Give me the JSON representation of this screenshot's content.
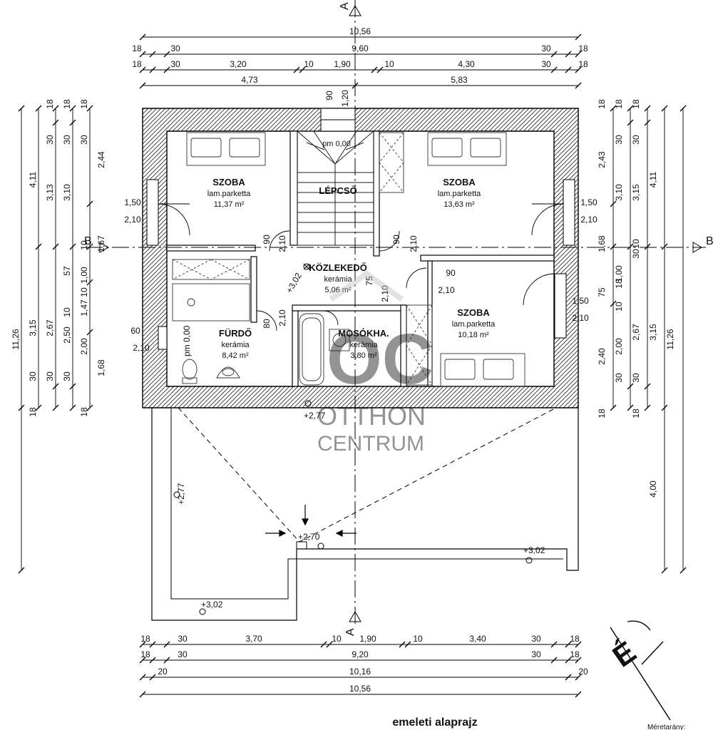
{
  "drawing": {
    "title": "emeleti alaprajz",
    "scale_label": "Méretarány:",
    "north_label": "É",
    "watermark": {
      "logo": "OC",
      "line1": "OTTHON",
      "line2": "CENTRUM"
    }
  },
  "sections": {
    "a_top": "A",
    "a_bottom": "A",
    "b_left": "B",
    "b_right": "B"
  },
  "rooms": {
    "szoba1": {
      "name": "SZOBA",
      "floor": "lam.parketta",
      "area": "11,37 m²"
    },
    "szoba2": {
      "name": "SZOBA",
      "floor": "lam.parketta",
      "area": "13,63 m²"
    },
    "szoba3": {
      "name": "SZOBA",
      "floor": "lam.parketta",
      "area": "10,18 m²"
    },
    "lepcso": {
      "name": "LÉPCSŐ",
      "level": "pm 0,00"
    },
    "kozlekedo": {
      "name": "KÖZLEKEDŐ",
      "floor": "kerámia",
      "area": "5,06 m²"
    },
    "furdo": {
      "name": "FÜRDŐ",
      "floor": "kerámia",
      "area": "8,42 m²"
    },
    "mosokha": {
      "name": "MOSÓKHA.",
      "floor": "kerámia",
      "area": "3,80 m²"
    }
  },
  "levels": [
    "+3,02",
    "+2,77",
    "+2,77",
    "+2,70",
    "+3,02",
    "+3,02",
    "pm 0,00"
  ],
  "dims_top": {
    "total": "10,56",
    "row2": [
      "18",
      "30",
      "9,60",
      "30",
      "18"
    ],
    "row3": [
      "18",
      "30",
      "3,20",
      "10",
      "1,90",
      "10",
      "4,30",
      "30",
      "18"
    ],
    "row4": [
      "4,73",
      "5,83"
    ],
    "vertical": [
      "90",
      "1,20"
    ]
  },
  "dims_bottom": {
    "row1": [
      "18",
      "30",
      "3,70",
      "10",
      "1,90",
      "10",
      "3,40",
      "30",
      "18"
    ],
    "row2": [
      "18",
      "30",
      "9,20",
      "30",
      "18"
    ],
    "row3": [
      "20",
      "10,16",
      "20"
    ],
    "total": "10,56"
  },
  "dims_left": {
    "total": "11,26",
    "col2": [
      "4,11",
      "30",
      "18",
      "3,15",
      "30",
      "18"
    ],
    "col3": [
      "30",
      "3,13",
      "57",
      "2,67",
      "30"
    ],
    "col4": [
      "30",
      "3,10",
      "10",
      "2,50",
      "30"
    ],
    "col5": [
      "18",
      "2,44",
      "1,67",
      "1,00",
      "1,47",
      "2,00",
      "1,68",
      "18",
      "10",
      "10",
      "18"
    ]
  },
  "dims_right": {
    "total": "11,26",
    "col4": [
      "4,11",
      "3,15"
    ],
    "col3": [
      "30",
      "3,15",
      "10",
      "30",
      "2,67",
      "30",
      "18",
      "18"
    ],
    "col2": [
      "30",
      "3,10",
      "18",
      "1,00",
      "10",
      "2,00",
      "30",
      "18"
    ],
    "col1": [
      "18",
      "2,43",
      "1,68",
      "75",
      "2,40",
      "18"
    ],
    "terrace": "4,00"
  },
  "openings": {
    "win_left_top": [
      "1,50",
      "2,10"
    ],
    "win_right_top": [
      "1,50",
      "2,10"
    ],
    "win_right_bottom": [
      "1,50",
      "2,10"
    ],
    "win_left_bath": [
      "60",
      "2,10"
    ],
    "door_szoba1": [
      "90",
      "2,10"
    ],
    "door_szoba2": [
      "90",
      "2,10"
    ],
    "door_szoba3": [
      "90",
      "2,10"
    ],
    "door_furdo": [
      "80",
      "2,10"
    ],
    "door_mosokha": [
      "75",
      "2,10"
    ]
  }
}
